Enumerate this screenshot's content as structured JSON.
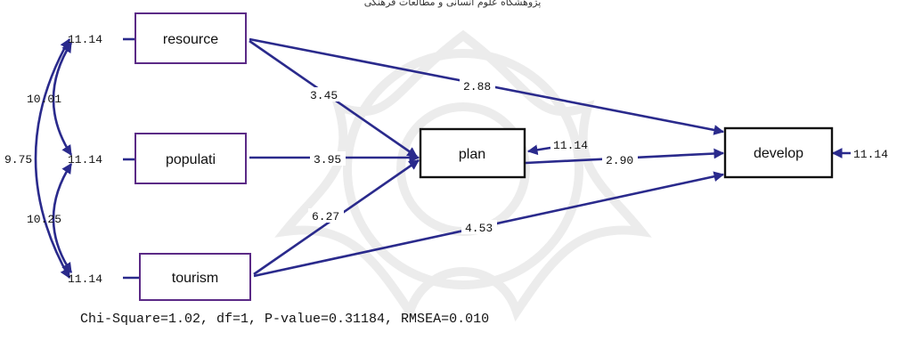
{
  "header_text": "پژوهشگاه علوم انسانی و مطالعات فرهنگی",
  "nodes": {
    "resource": "resource",
    "populati": "populati",
    "tourism": "tourism",
    "plan": "plan",
    "develop": "develop"
  },
  "error_variances": {
    "resource": "11.14",
    "populati": "11.14",
    "tourism": "11.14",
    "plan": "11.14",
    "develop": "11.14"
  },
  "covariances": {
    "resource_populati": "10.01",
    "resource_tourism": "9.75",
    "populati_tourism": "10.25"
  },
  "paths": {
    "resource_plan": "3.45",
    "populati_plan": "3.95",
    "tourism_plan": "6.27",
    "resource_develop": "2.88",
    "plan_develop": "2.90",
    "tourism_develop": "4.53"
  },
  "fit_statistics": "Chi-Square=1.02, df=1, P-value=0.31184, RMSEA=0.010",
  "colors": {
    "arrow": "#2a2a8c",
    "exogenous_box_border": "#5b2a86",
    "endogenous_box_border": "#111111"
  }
}
